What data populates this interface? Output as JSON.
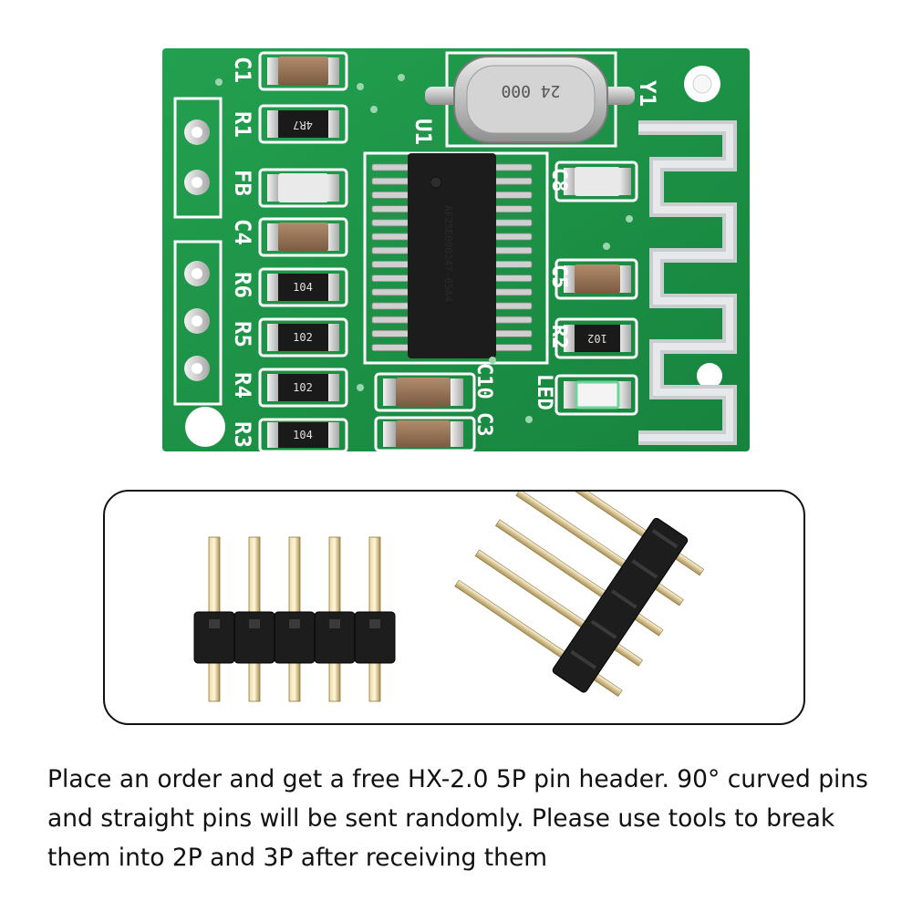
{
  "board": {
    "pcb_color": "#1e9448",
    "silkscreen": {
      "c1": "C1",
      "r1": "R1",
      "fb": "FB",
      "c4": "C4",
      "r6": "R6",
      "r5": "R5",
      "r4": "R4",
      "r3": "R3",
      "u1": "U1",
      "y1": "Y1",
      "c8": "C8",
      "c5": "C5",
      "r2": "R2",
      "c10": "C10",
      "c3": "C3",
      "led": "LED"
    },
    "crystal_marking": "24 000",
    "ic_marking": "AF25E000247-65A4",
    "resistor_codes": {
      "r1": "4R7",
      "r6": "104",
      "r5": "102",
      "r4": "102",
      "r3": "104",
      "r2": "102"
    }
  },
  "pin_headers": {
    "straight": {
      "pin_count": 5
    },
    "right_angle": {
      "pin_count": 5
    }
  },
  "caption": {
    "text": "Place an order and get a free HX-2.0 5P pin header. 90° curved pins and straight pins will be sent randomly. Please use tools to break them into 2P and 3P after receiving them"
  }
}
